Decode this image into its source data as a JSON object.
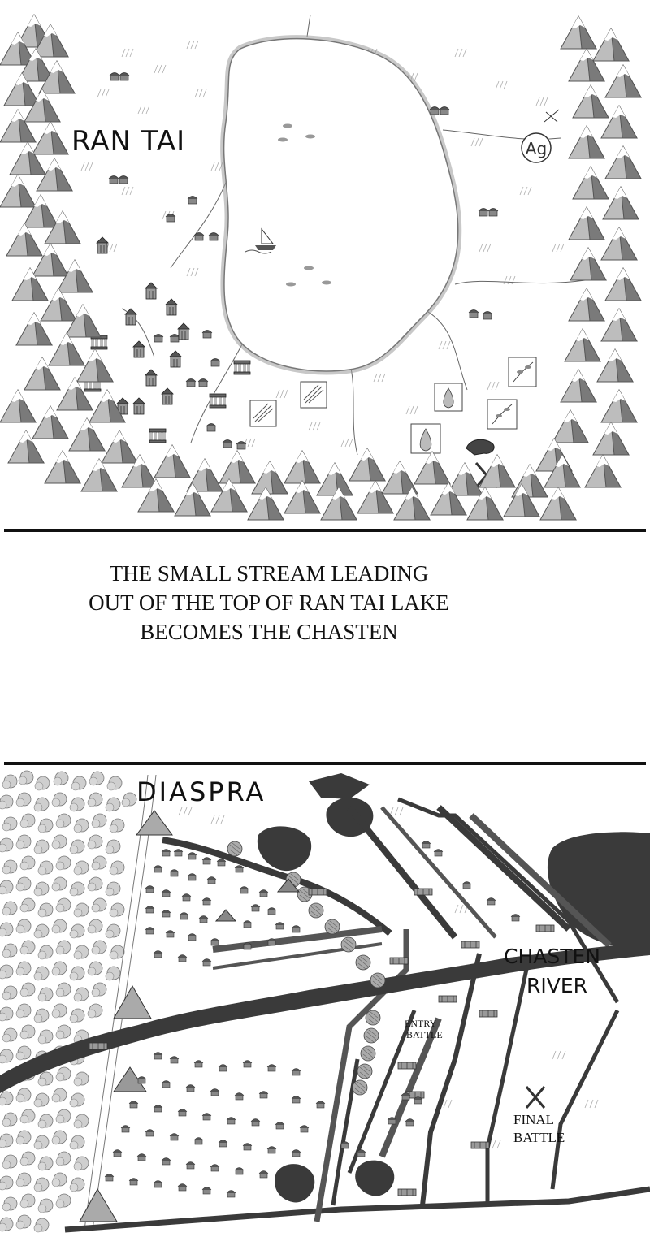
{
  "top_map": {
    "region_label": "RAN TAI",
    "icon_label": "Ag"
  },
  "caption": {
    "lines": [
      "THE SMALL STREAM LEADING",
      "OUT OF THE TOP OF RAN TAI LAKE",
      "BECOMES THE CHASTEN"
    ]
  },
  "bottom_map": {
    "region_label": "DIASPRA",
    "river_label_line1": "CHASTEN",
    "river_label_line2": "RIVER",
    "entry_battle_line1": "ENTRY",
    "entry_battle_line2": "BATTLE",
    "final_battle_line1": "FINAL",
    "final_battle_line2": "BATTLE"
  },
  "colors": {
    "ink": "#111111",
    "river": "#3a3a3a",
    "mountain_light": "#bdbdbd",
    "mountain_dark": "#7a7a7a",
    "forest": "#cfcfcf",
    "lake_shadow": "#9a9a9a"
  }
}
